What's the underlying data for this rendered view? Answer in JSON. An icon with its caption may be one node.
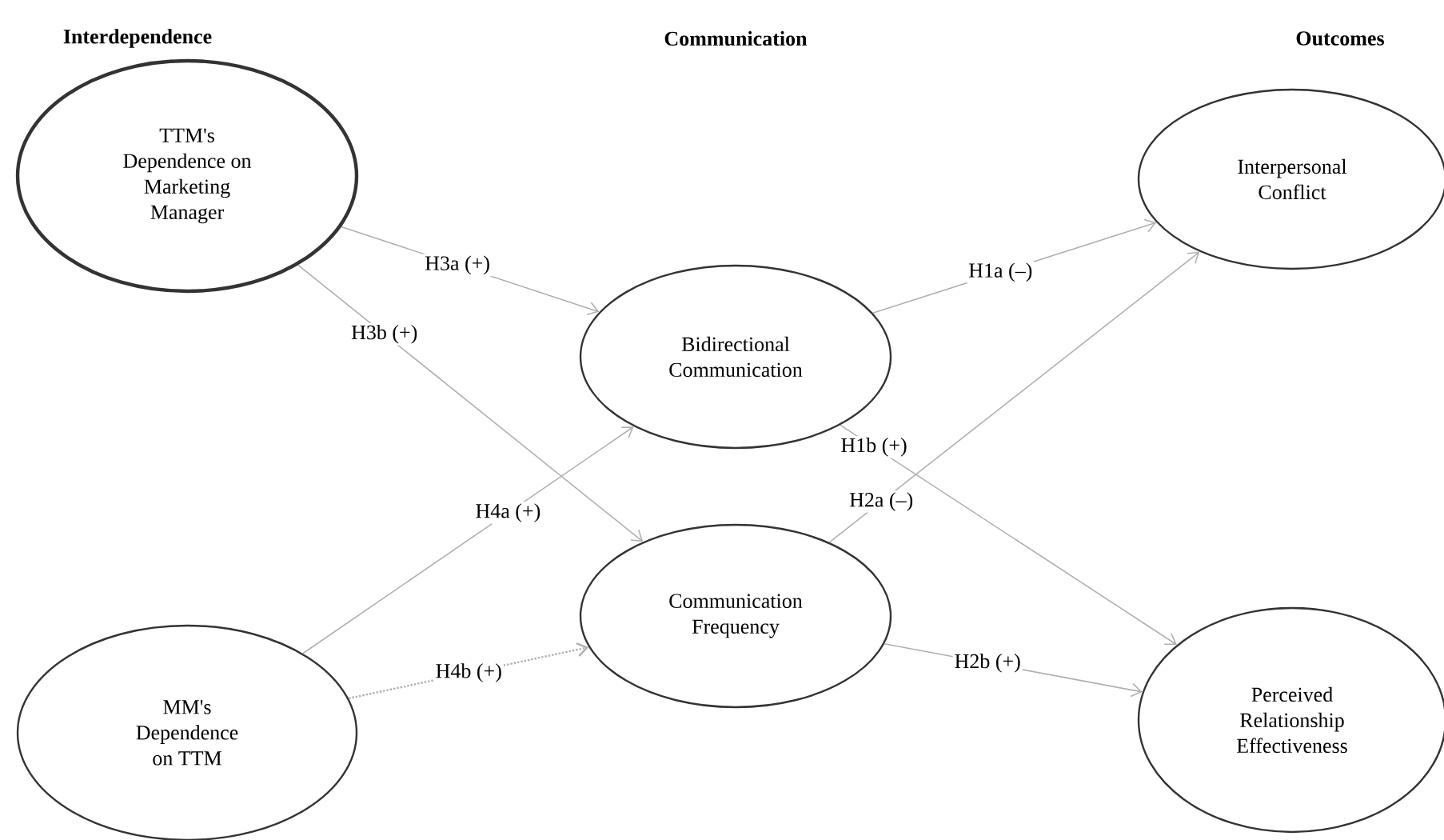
{
  "diagram": {
    "nodes": [
      {
        "text": [
          "TTM's Dependence on Marketing Manager"
        ]
      },
      {
        "text": [
          "MM's Dependence on TTM"
        ]
      },
      {
        "text": [
          "Bidirectional Communication"
        ]
      },
      {
        "text": [
          "Communication Frequency"
        ]
      },
      {
        "text": [
          "Interpersonal Conflict"
        ]
      },
      {
        "text": [
          "Perceived Relationship Effectiveness"
        ]
      }
    ],
    "edges": [
      {
        "from": 0,
        "to": 2,
        "arrow": "to",
        "label": "H3a (+)"
      },
      {
        "from": 0,
        "to": 3,
        "arrow": "to",
        "label": "H3b (+)"
      },
      {
        "from": 1,
        "to": 2,
        "arrow": "to",
        "label": "H4a (+)"
      },
      {
        "from": 1,
        "to": 3,
        "arrow": "to",
        "label": "H4b (+)",
        "style": "dashed"
      },
      {
        "from": 2,
        "to": 4,
        "arrow": "to",
        "label": "H1a (–)"
      },
      {
        "from": 2,
        "to": 5,
        "arrow": "to",
        "label": "H1b (+)"
      },
      {
        "from": 3,
        "to": 4,
        "arrow": "to",
        "label": "H2a (–)"
      },
      {
        "from": 3,
        "to": 5,
        "arrow": "to",
        "label": "H2b (+)"
      }
    ],
    "labels": [
      "Interdependence",
      "Communication",
      "Outcomes"
    ]
  }
}
